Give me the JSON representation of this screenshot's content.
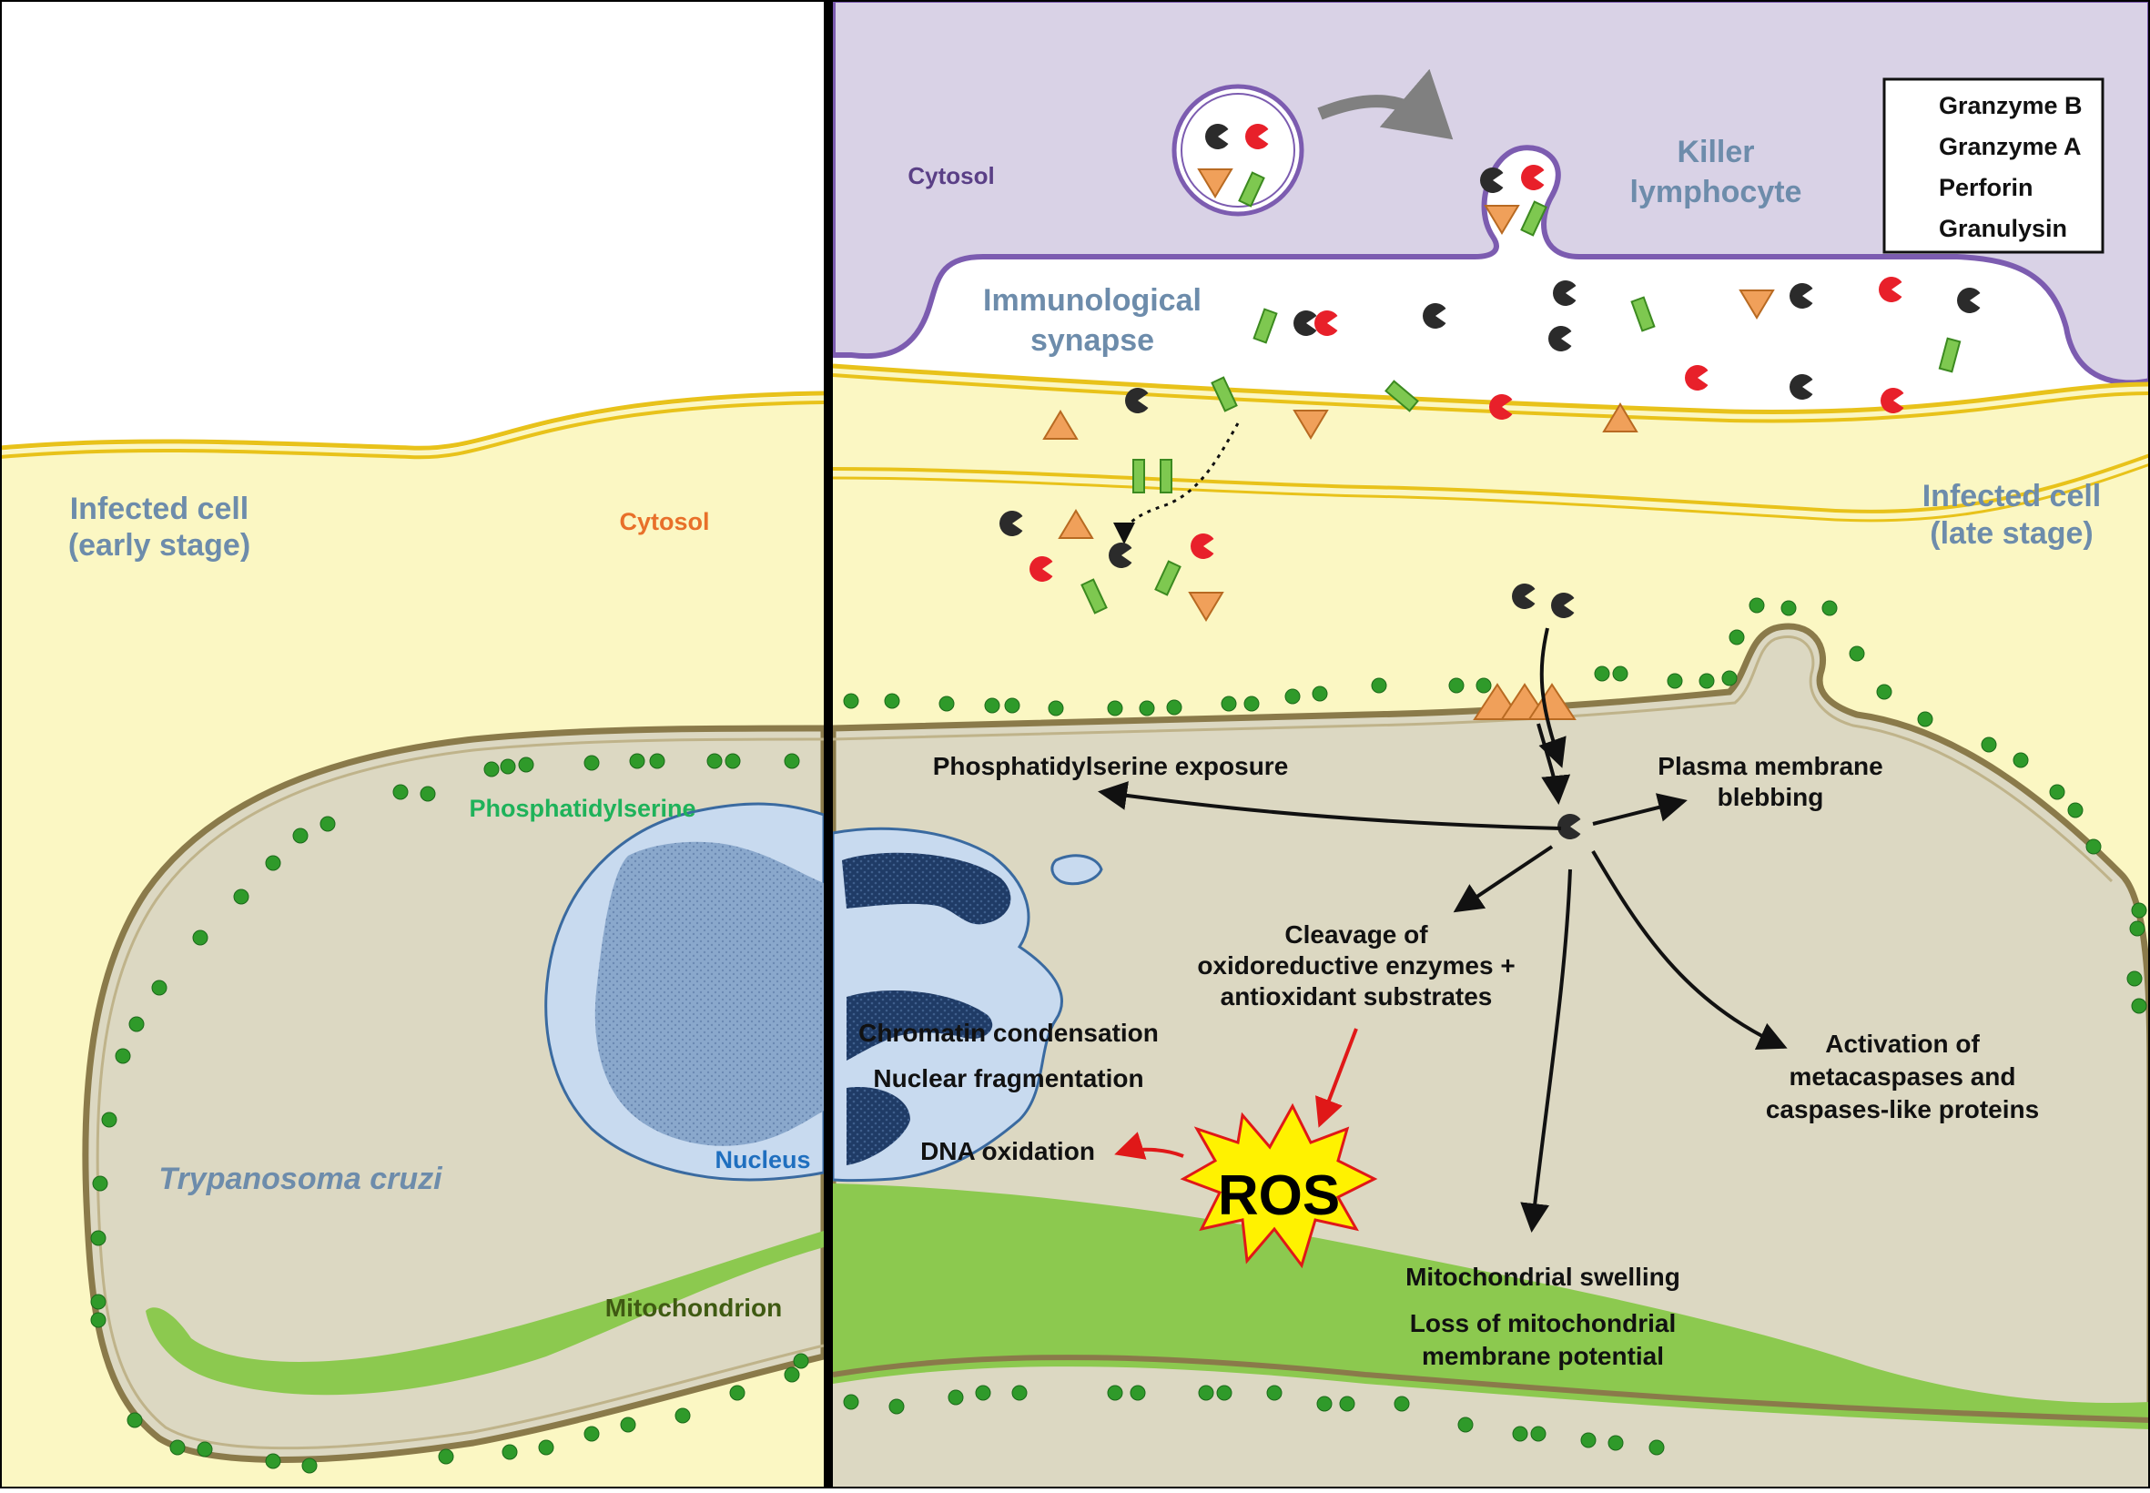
{
  "legend": {
    "granzyme_b": "Granzyme B",
    "granzyme_a": "Granzyme A",
    "perforin": "Perforin",
    "granulysin": "Granulysin"
  },
  "left_panel": {
    "cell_label_line1": "Infected cell",
    "cell_label_line2": "(early stage)",
    "cytosol": "Cytosol",
    "phosphatidylserine": "Phosphatidylserine",
    "nucleus": "Nucleus",
    "parasite": "Trypanosoma cruzi",
    "mitochondrion": "Mitochondrion"
  },
  "right_panel": {
    "lymphocyte_cytosol": "Cytosol",
    "killer_line1": "Killer",
    "killer_line2": "lymphocyte",
    "synapse_line1": "Immunological",
    "synapse_line2": "synapse",
    "cell_label_line1": "Infected cell",
    "cell_label_line2": "(late stage)",
    "ps_exposure": "Phosphatidylserine exposure",
    "blebbing_line1": "Plasma membrane",
    "blebbing_line2": "blebbing",
    "cleavage_line1": "Cleavage of",
    "cleavage_line2": "oxidoreductive enzymes +",
    "cleavage_line3": "antioxidant substrates",
    "chromatin": "Chromatin condensation",
    "nuclear_frag": "Nuclear fragmentation",
    "dna_ox": "DNA oxidation",
    "ros": "ROS",
    "caspases_line1": "Activation of",
    "caspases_line2": "metacaspases and",
    "caspases_line3": "caspases-like proteins",
    "mito_swelling": "Mitochondrial swelling",
    "mito_loss_line1": "Loss of mitochondrial",
    "mito_loss_line2": "membrane potential"
  },
  "colors": {
    "granzyme_b": "#2b2b2b",
    "granzyme_a": "#e8202a",
    "perforin": "#7ec850",
    "granulysin": "#f0a05a",
    "lymphocyte_fill": "#d9d2e6",
    "lymphocyte_membrane": "#7c5cb0",
    "infected_cytosol": "#fbf7c3",
    "parasite_fill": "#dcd8c2",
    "mitochondrion": "#8cc94f",
    "nucleus": "#c8daef",
    "ps_green": "#2f9a2a",
    "red_arrow": "#e01818",
    "ros_burst": "#fff200"
  }
}
